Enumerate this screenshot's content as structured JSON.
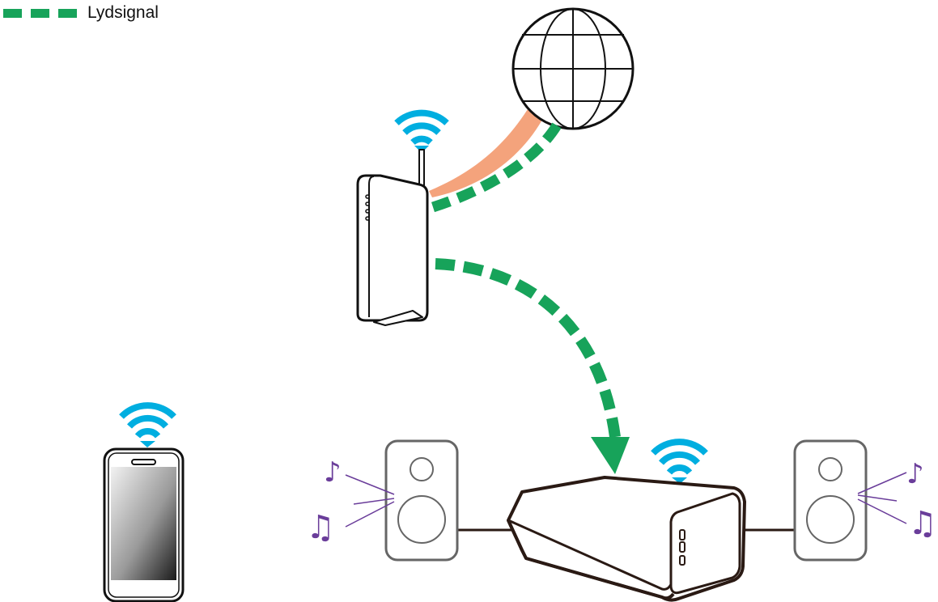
{
  "legend": {
    "label": "Lydsignal",
    "color": "#17a35a",
    "style": "dashed"
  },
  "colors": {
    "audio_signal": "#17a35a",
    "internet_link": "#f4a37c",
    "wifi": "#00aee0",
    "music_note": "#6a3d9a",
    "device_outline": "#111111",
    "speaker_outline": "#666666",
    "cable": "#2a1a14"
  },
  "nodes": [
    {
      "id": "internet",
      "icon": "globe-icon"
    },
    {
      "id": "router",
      "icon": "router-icon",
      "wifi": true
    },
    {
      "id": "smartphone",
      "icon": "smartphone-icon",
      "wifi": true
    },
    {
      "id": "amplifier",
      "icon": "amplifier-icon",
      "wifi": true
    },
    {
      "id": "speaker-left",
      "icon": "speaker-icon"
    },
    {
      "id": "speaker-right",
      "icon": "speaker-icon"
    }
  ],
  "edges": [
    {
      "from": "internet",
      "to": "router",
      "type": "internet-link"
    },
    {
      "from": "internet",
      "to": "router",
      "type": "audio-signal"
    },
    {
      "from": "router",
      "to": "amplifier",
      "type": "audio-signal",
      "arrow": true
    },
    {
      "from": "amplifier",
      "to": "speaker-left",
      "type": "cable"
    },
    {
      "from": "amplifier",
      "to": "speaker-right",
      "type": "cable"
    }
  ]
}
